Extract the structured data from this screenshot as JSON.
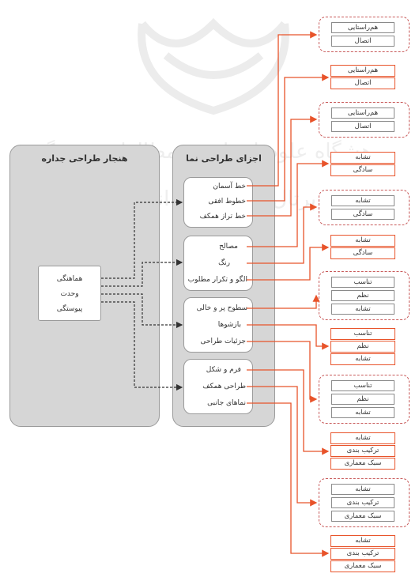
{
  "left_panel": {
    "title": "هنجار طراحی جداره",
    "norms": [
      "هماهنگی",
      "وحدت",
      "پیوستگی"
    ]
  },
  "middle_panel": {
    "title": "اجزای طراحی نما",
    "groups": [
      {
        "items": [
          "خط آسمان",
          "خطوط افقی",
          "خط تراز همکف"
        ]
      },
      {
        "items": [
          "مصالح",
          "رنگ",
          "الگو و تکرار مطلوب"
        ]
      },
      {
        "items": [
          "سطوح پر و خالی",
          "بازشوها",
          "جزئیات طراحی"
        ]
      },
      {
        "items": [
          "فرم و شکل",
          "طراحی همکف",
          "نماهای جانبی"
        ]
      }
    ]
  },
  "right_boxes": [
    {
      "style": "dashed",
      "cells": [
        "هم‌راستایی",
        "اتصال"
      ]
    },
    {
      "style": "solid",
      "cells": [
        "هم‌راستایی",
        "اتصال"
      ]
    },
    {
      "style": "dashed",
      "cells": [
        "هم‌راستایی",
        "اتصال"
      ]
    },
    {
      "style": "solid",
      "cells": [
        "تشابه",
        "سادگی"
      ]
    },
    {
      "style": "dashed",
      "cells": [
        "تشابه",
        "سادگی"
      ]
    },
    {
      "style": "solid",
      "cells": [
        "تشابه",
        "سادگی"
      ]
    },
    {
      "style": "dashed",
      "cells": [
        "تناسب",
        "نظم",
        "تشابه"
      ]
    },
    {
      "style": "solid",
      "cells": [
        "تناسب",
        "نظم",
        "تشابه"
      ]
    },
    {
      "style": "dashed",
      "cells": [
        "تناسب",
        "نظم",
        "تشابه"
      ]
    },
    {
      "style": "solid",
      "cells": [
        "تشابه",
        "ترکیب بندی",
        "سبک معماری"
      ]
    },
    {
      "style": "dashed",
      "cells": [
        "تشابه",
        "ترکیب بندی",
        "سبک معماری"
      ]
    },
    {
      "style": "solid",
      "cells": [
        "تشابه",
        "ترکیب بندی",
        "سبک معماری"
      ]
    }
  ],
  "colors": {
    "panel": "#d6d6d6",
    "connector": "#e8532a",
    "dashed_border": "#c85a5a",
    "arrow_dash": "#333333"
  }
}
